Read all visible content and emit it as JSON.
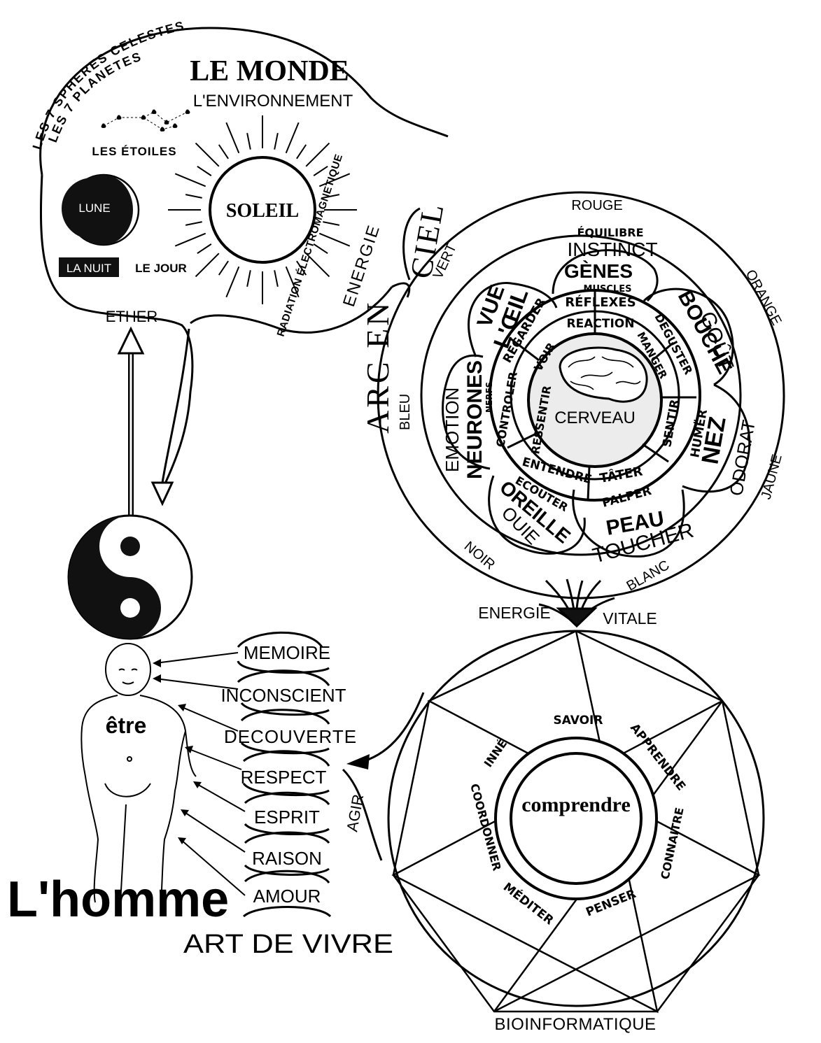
{
  "world": {
    "title": "LE MONDE",
    "subtitle": "L'ENVIRONNEMENT",
    "spheres": "LES 7 SPHERES CELESTES",
    "planets": "LES 7 PLANETES",
    "stars": "LES ÉTOILES",
    "moon": "LUNE",
    "sun": "SOLEIL",
    "night": "LA NUIT",
    "day": "LE JOUR",
    "radiation": "RADIATION ÉLECTROMAGNETIQUE",
    "energy": "ENERGIE",
    "ether": "ETHER"
  },
  "rainbow": {
    "arc_en": "ARC EN",
    "ciel": "CIEL",
    "colors": [
      "ROUGE",
      "ORANGE",
      "JAUNE",
      "BLANC",
      "NOIR",
      "BLEU",
      "VERT"
    ],
    "balance": "ÉQUILIBRE",
    "instinct": "INSTINCT",
    "genes": "GÈNES",
    "muscles": "MUSCLES",
    "reflexes": "RÉFLEXES",
    "reaction": "REACTION",
    "vue": "VUE",
    "oeil": "L'ŒIL",
    "regarder": "REGARDER",
    "voir": "VOIR",
    "gout": "GOÛT",
    "bouche": "BOUCHE",
    "deguster": "DEGUSTER",
    "manger": "MANGER",
    "emotion": "EMOTION",
    "neurones": "NEURONES",
    "nerfs": "NERFS",
    "controler": "CONTROLER",
    "ressentir": "RESSENTIR",
    "brain": "CERVEAU",
    "sentir": "SENTIR",
    "humer": "HUMËR",
    "nez": "NEZ",
    "odorat": "ODORAT",
    "entendre": "ENTENDRE",
    "ecouter": "ECOUTER",
    "oreille": "OREILLE",
    "ouie": "OUIE",
    "tater": "TÂTER",
    "palper": "PALPER",
    "peau": "PEAU",
    "toucher": "TOUCHER"
  },
  "vital": {
    "energie": "ENERGIE",
    "vitale": "VITALE"
  },
  "bio": {
    "center": "comprendre",
    "savoir": "SAVOIR",
    "apprendre": "APPRENDRE",
    "connaitre": "CONNAITRE",
    "penser": "PENSER",
    "mediter": "MÉDITER",
    "coordonner": "COORDONNER",
    "inne": "INNÉ",
    "title": "BIOINFORMATIQUE",
    "agir": "AGIR"
  },
  "human": {
    "etre": "être",
    "qualities": [
      "MEMOIRE",
      "INCONSCIENT",
      "DECOUVERTE",
      "RESPECT",
      "ESPRIT",
      "RAISON",
      "AMOUR"
    ],
    "title": "L'homme",
    "subtitle": "ART DE VIVRE"
  }
}
